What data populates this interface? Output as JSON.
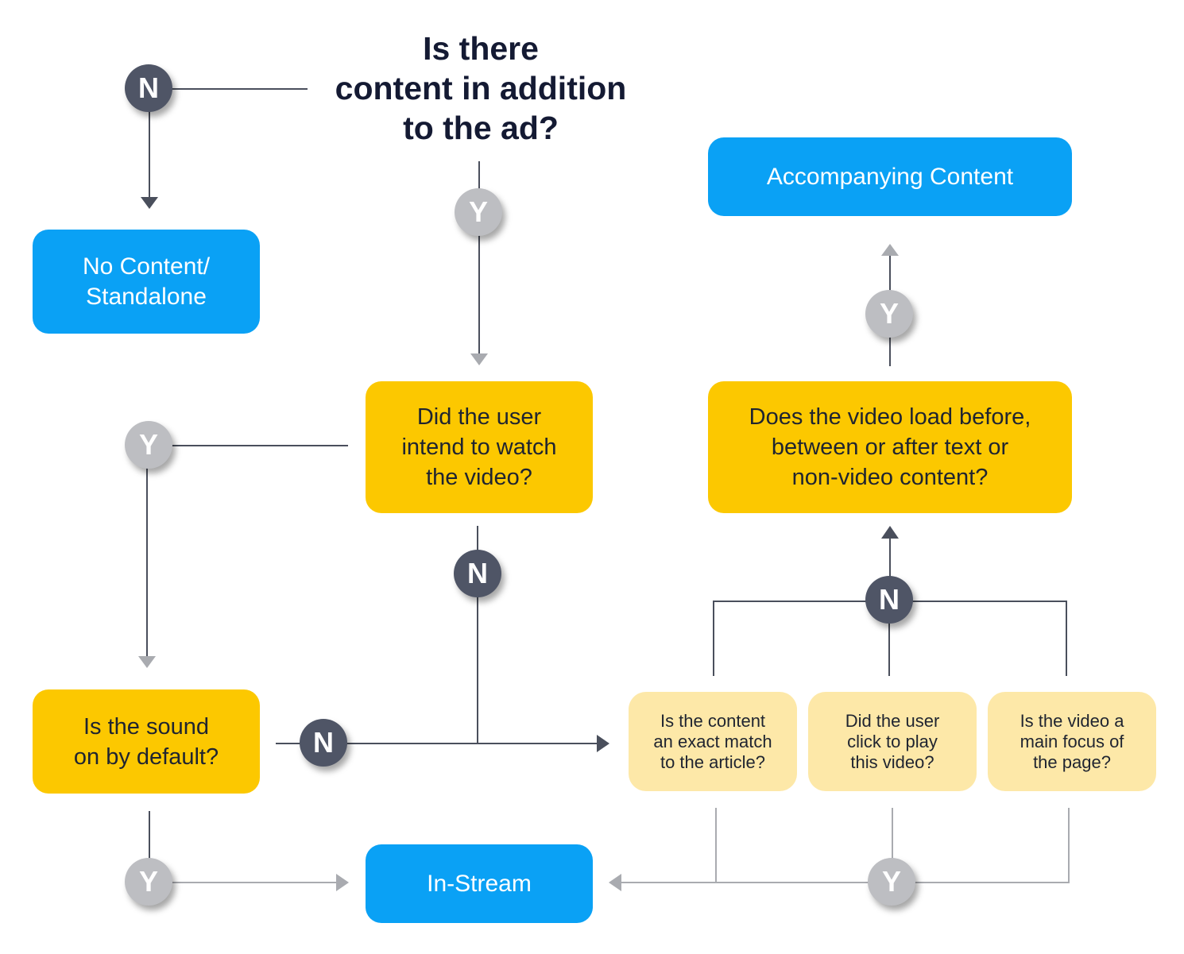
{
  "title": "Is there\ncontent in addition\nto the ad?",
  "nodes": {
    "no_content": "No Content/\nStandalone",
    "accompanying": "Accompanying Content",
    "intend": "Did the user\nintend to watch\nthe video?",
    "load_position": "Does the video load before,\nbetween or after text or\nnon-video content?",
    "sound": "Is the sound\non by default?",
    "in_stream": "In-Stream",
    "exact_match": "Is the content\nan exact match\nto the article?",
    "click_play": "Did the user\nclick to play\nthis video?",
    "main_focus": "Is the video a\nmain focus of\nthe page?"
  },
  "badges": {
    "no": "N",
    "yes": "Y"
  },
  "colors": {
    "terminal": "#0aa1f5",
    "decision": "#fcc800",
    "criterion": "#fde8a8",
    "badge_no": "#4f5566",
    "badge_yes": "#bdbec2",
    "connector": "#4a4f5c",
    "connector_light": "#a9abb0"
  }
}
